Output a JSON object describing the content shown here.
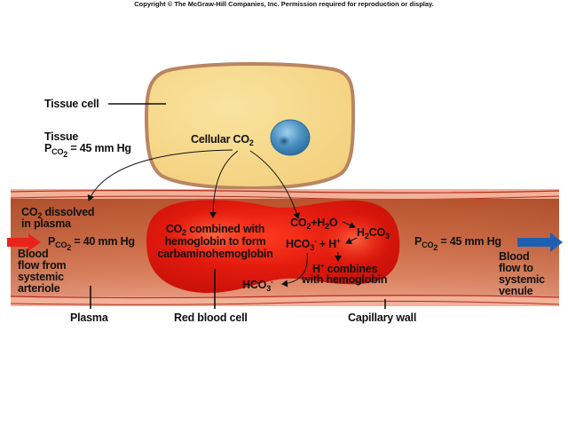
{
  "copyright": "Copyright © The McGraw-Hill Companies, Inc. Permission required for reproduction or display.",
  "tissue_cell": {
    "label": "Tissue cell",
    "pressure_title": "Tissue",
    "pressure_symbol": "P",
    "pressure_sub": "CO",
    "pressure_sub2": "2",
    "pressure_value": " = 45 mm Hg",
    "cellular_co2_text": "Cellular CO",
    "cellular_co2_sub": "2"
  },
  "plasma": {
    "dissolved_line1_a": "CO",
    "dissolved_line1_sub": "2",
    "dissolved_line1_b": " dissolved",
    "dissolved_line2": "in plasma",
    "pressure_symbol": "P",
    "pressure_sub": "CO",
    "pressure_sub2": "2",
    "pressure_value": " = 40 mm Hg"
  },
  "rbc": {
    "carb_line1_a": "CO",
    "carb_line1_sub": "2",
    "carb_line1_b": " combined with",
    "carb_line2": "hemoglobin to form",
    "carb_line3": "carbaminohemoglobin",
    "reaction": {
      "co2": "CO",
      "co2_sub": "2",
      "plus_h2o_a": "+H",
      "h2o_sub": "2",
      "h2o_b": "O",
      "h2co3_a": "H",
      "h2co3_sub": "2",
      "h2co3_b": "CO",
      "h2co3_sub2": "3",
      "hco3_a": "HCO",
      "hco3_sub": "3",
      "hco3_sup": "-",
      "plus_h": " + H",
      "h_sup": "+",
      "hplus_line1_a": "H",
      "hplus_line1_sup": "+",
      "hplus_line1_b": " combines",
      "hplus_line2": "with hemoglobin",
      "hco3_out_a": "HCO",
      "hco3_out_sub": "3",
      "hco3_out_sup": "-"
    }
  },
  "venule_side": {
    "pressure_symbol": "P",
    "pressure_sub": "CO",
    "pressure_sub2": "2",
    "pressure_value": " = 45 mm Hg"
  },
  "flow": {
    "from_lines": [
      "Blood",
      "flow from",
      "systemic",
      "arteriole"
    ],
    "to_lines": [
      "Blood",
      "flow to",
      "systemic",
      "venule"
    ]
  },
  "bottom_labels": {
    "plasma": "Plasma",
    "rbc": "Red blood cell",
    "capillary_wall": "Capillary wall"
  },
  "colors": {
    "inflow_arrow": "#e8231c",
    "outflow_arrow": "#1f5fb0",
    "capillary_interior": "#c8653e",
    "capillary_wall": "#f5b59b",
    "rbc": "#dd1a0f",
    "tissue_cell_fill": "#f7d98a",
    "tissue_cell_border": "#b98561",
    "nucleus": "#4a90c0"
  }
}
